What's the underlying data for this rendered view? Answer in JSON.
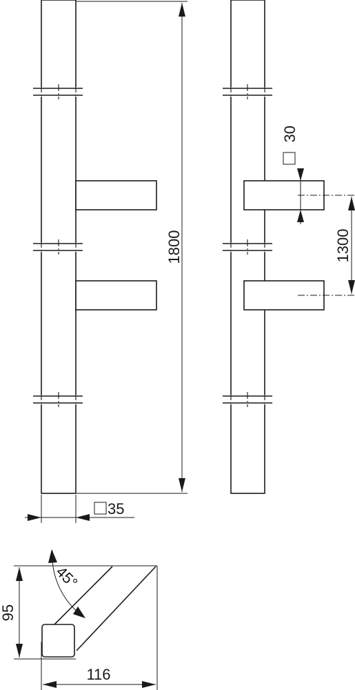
{
  "diagram": {
    "dimensions": {
      "overall_length": "1800",
      "bar_section": "35",
      "leg_section": "30",
      "leg_spacing": "1300",
      "depth": "95",
      "width": "116",
      "angle": "45°"
    },
    "symbols": {
      "square_section": "square-section-symbol"
    },
    "colors": {
      "line": "#1a1a1a",
      "background": "#ffffff"
    }
  }
}
